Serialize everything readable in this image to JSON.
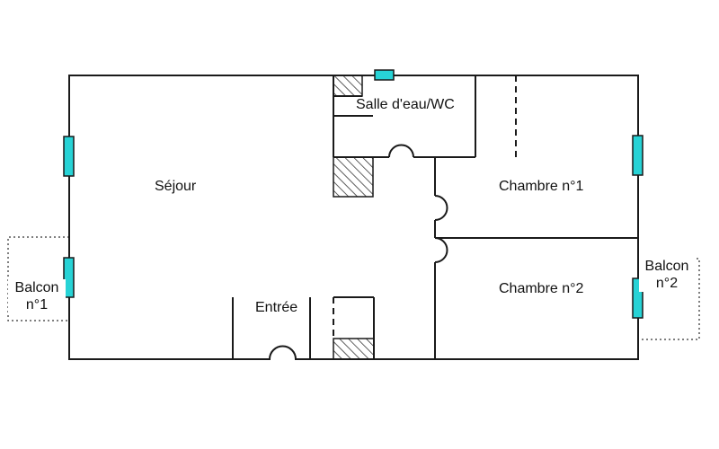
{
  "rooms": {
    "sejour": "Séjour",
    "salle_eau": "Salle d'eau/WC",
    "chambre1": "Chambre n°1",
    "chambre2": "Chambre n°2",
    "entree": "Entrée"
  },
  "balconies": {
    "balcon1": {
      "line1": "Balcon",
      "line2": "n°1"
    },
    "balcon2": {
      "line1": "Balcon",
      "line2": "n°2"
    }
  },
  "colors": {
    "wall": "#1a1a1a",
    "window": "#27d3d6",
    "hatch": "#1a1a1a",
    "balcony_outline": "#555555"
  },
  "icons": {
    "window": "window-icon",
    "door": "door-swing-icon",
    "hatched": "hatched-block-icon"
  }
}
